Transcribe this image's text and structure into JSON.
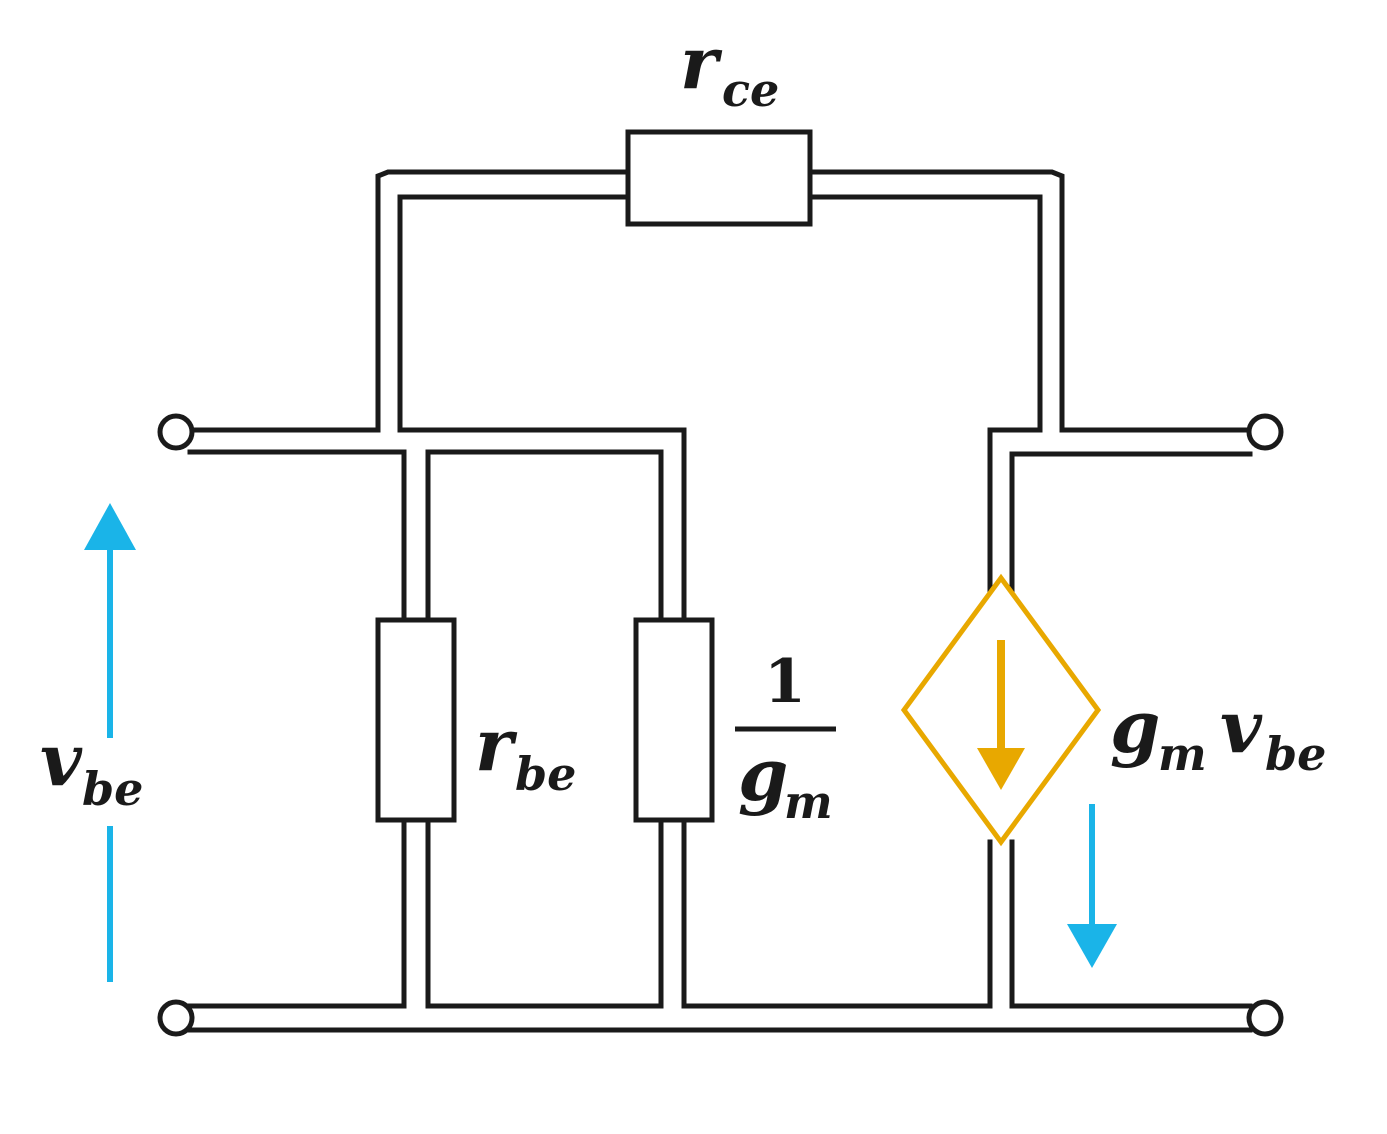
{
  "labels": {
    "rce": {
      "main": "r",
      "sub": "ce"
    },
    "rbe": {
      "main": "r",
      "sub": "be"
    },
    "inv_gm": {
      "numerator": "1",
      "den_main": "g",
      "den_sub": "m"
    },
    "source": {
      "g": "g",
      "g_sub": "m",
      "v": "v",
      "v_sub": "be"
    },
    "vbe": {
      "main": "v",
      "sub": "be"
    }
  },
  "colors": {
    "wire": "#1a1a1a",
    "source": "#e8a800",
    "voltage_arrow": "#1ab4e8"
  },
  "icons": {
    "source_arrow": "down-arrow-icon",
    "input_voltage_arrow": "up-arrow-icon",
    "output_current_arrow": "down-arrow-icon"
  }
}
